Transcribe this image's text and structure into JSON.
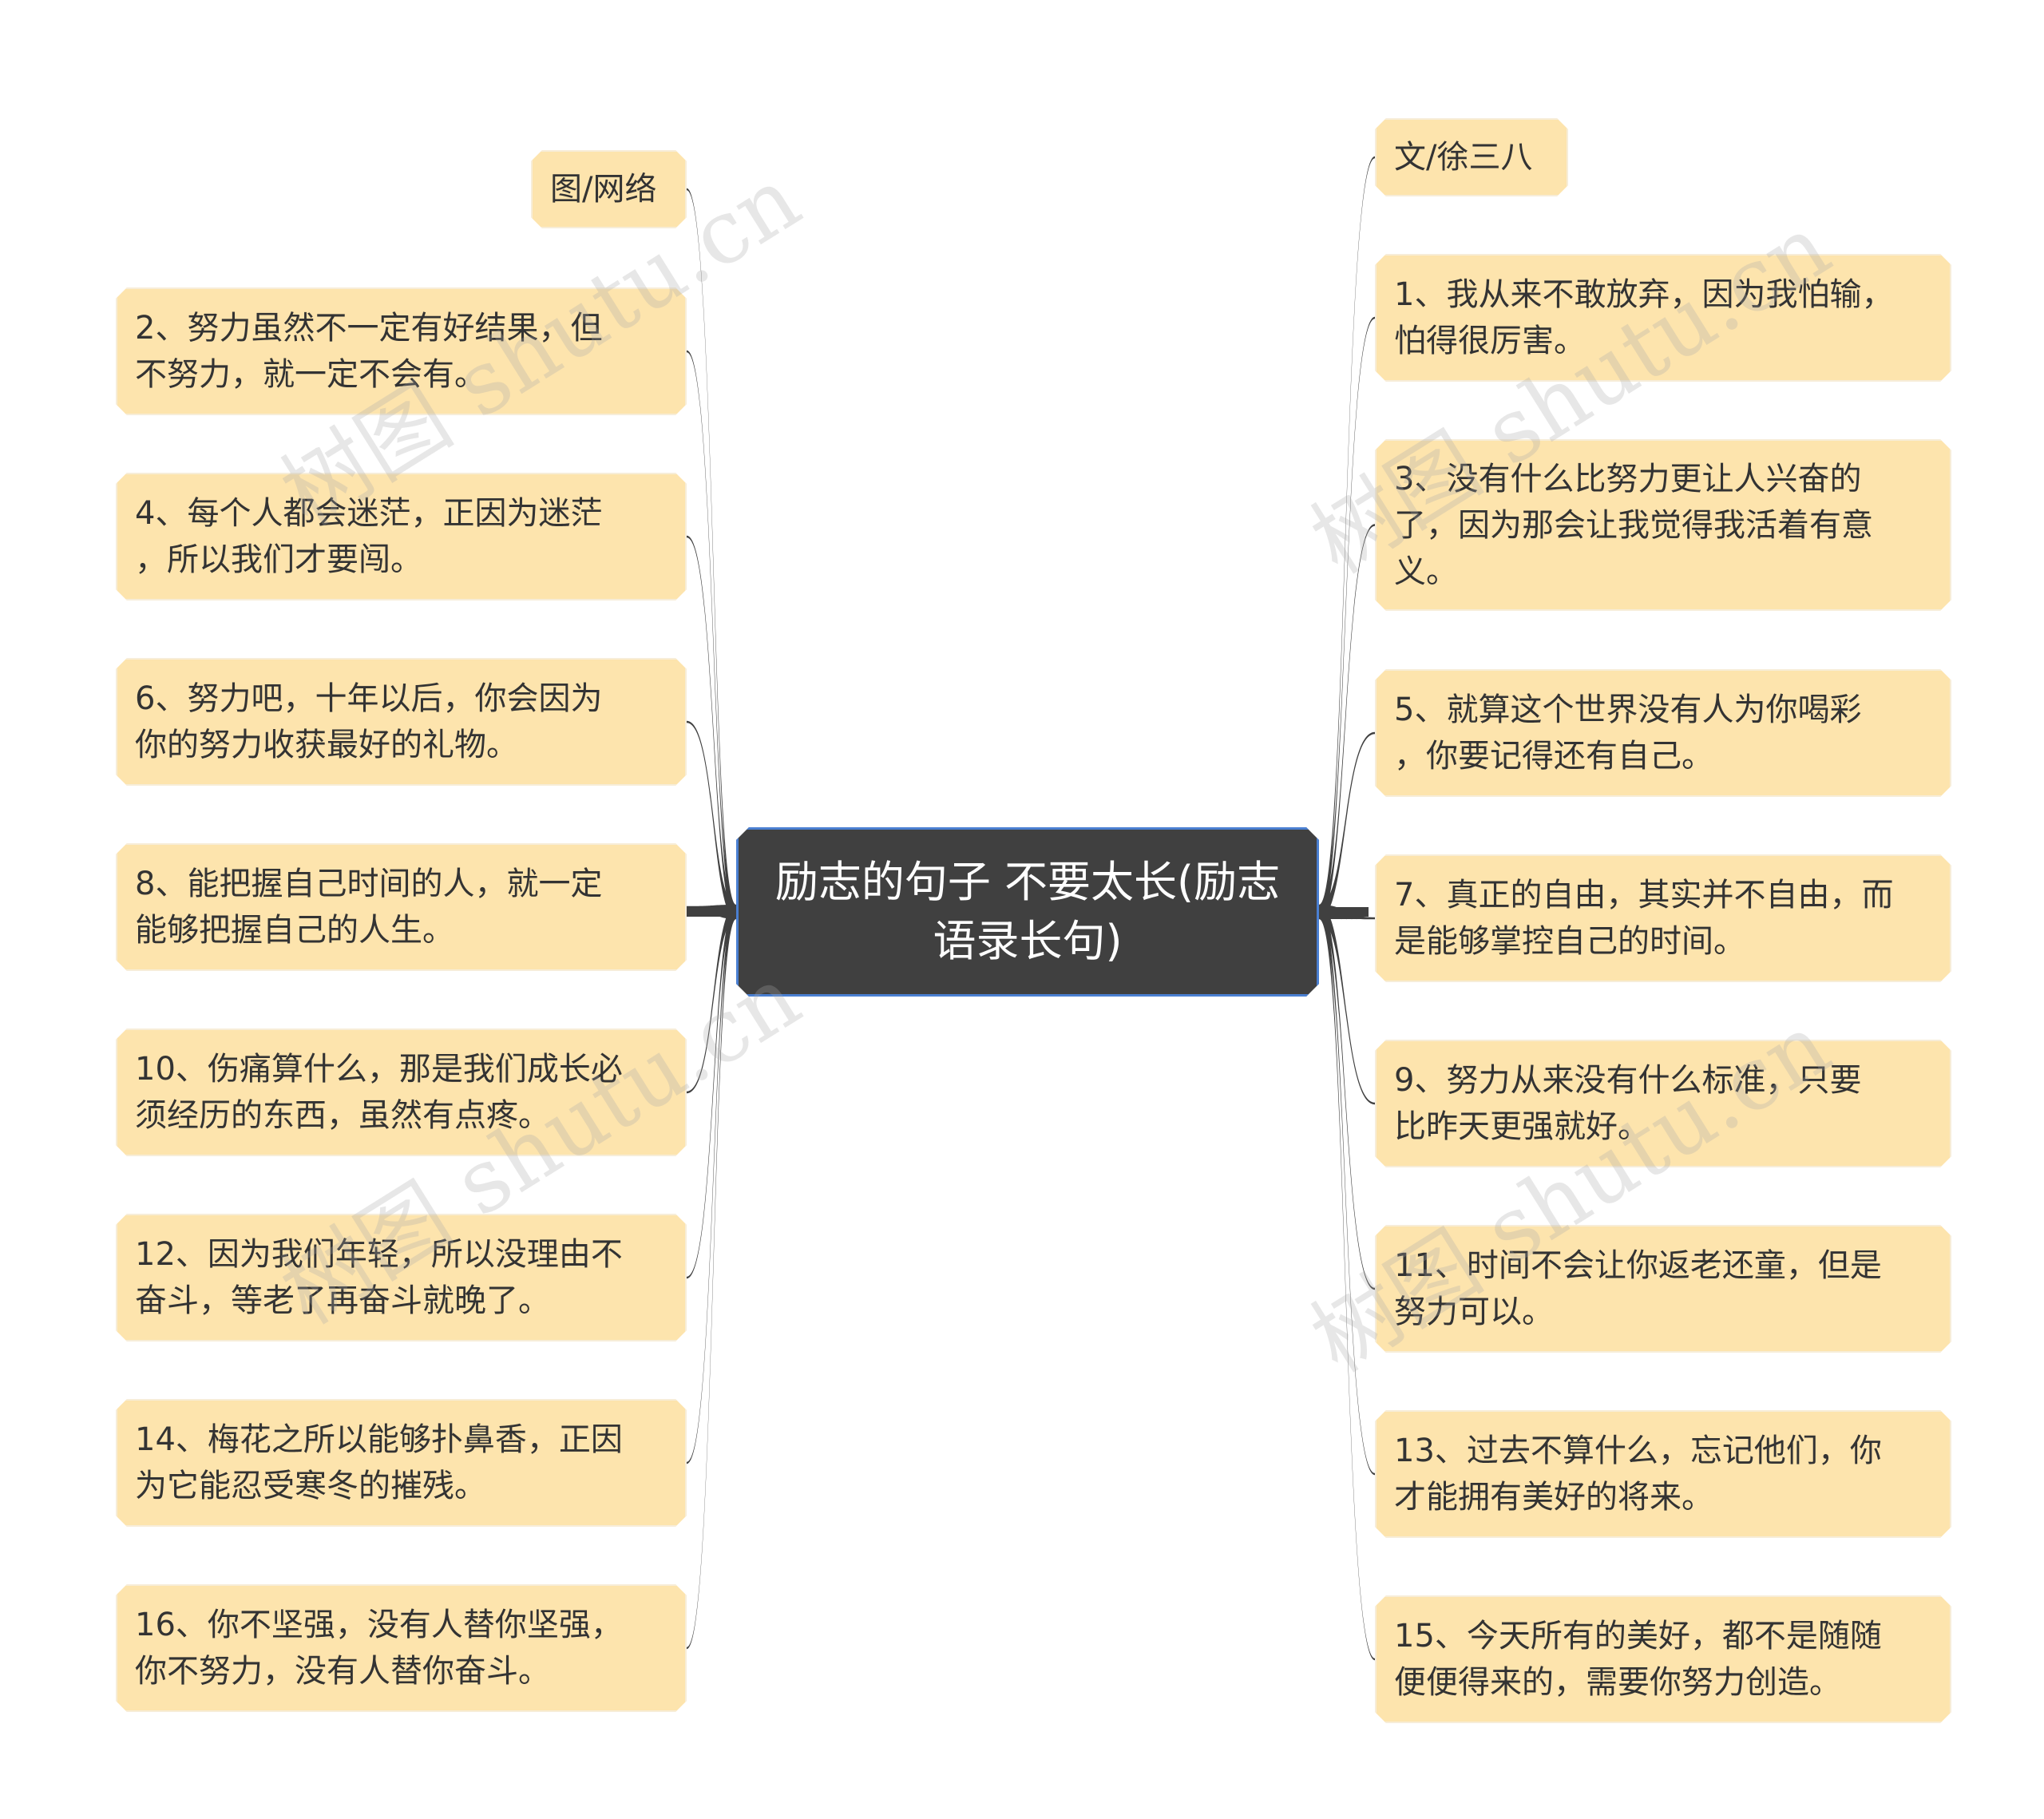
{
  "center": {
    "title": "励志的句子 不要太长(励志语录长句)"
  },
  "left": [
    {
      "id": "l0",
      "text": "图/网络"
    },
    {
      "id": "l1",
      "text": "2、努力虽然不一定有好结果，但\n不努力，就一定不会有。"
    },
    {
      "id": "l2",
      "text": "4、每个人都会迷茫，正因为迷茫\n，所以我们才要闯。"
    },
    {
      "id": "l3",
      "text": "6、努力吧，十年以后，你会因为\n你的努力收获最好的礼物。"
    },
    {
      "id": "l4",
      "text": "8、能把握自己时间的人，就一定\n能够把握自己的人生。"
    },
    {
      "id": "l5",
      "text": "10、伤痛算什么，那是我们成长必\n须经历的东西，虽然有点疼。"
    },
    {
      "id": "l6",
      "text": "12、因为我们年轻，所以没理由不\n奋斗，等老了再奋斗就晚了。"
    },
    {
      "id": "l7",
      "text": "14、梅花之所以能够扑鼻香，正因\n为它能忍受寒冬的摧残。"
    },
    {
      "id": "l8",
      "text": "16、你不坚强，没有人替你坚强，\n你不努力，没有人替你奋斗。"
    }
  ],
  "right": [
    {
      "id": "r0",
      "text": "文/徐三八"
    },
    {
      "id": "r1",
      "text": "1、我从来不敢放弃，因为我怕输，\n怕得很厉害。"
    },
    {
      "id": "r2",
      "text": "3、没有什么比努力更让人兴奋的\n了，因为那会让我觉得我活着有意\n义。"
    },
    {
      "id": "r3",
      "text": "5、就算这个世界没有人为你喝彩\n，你要记得还有自己。"
    },
    {
      "id": "r4",
      "text": "7、真正的自由，其实并不自由，而\n是能够掌控自己的时间。"
    },
    {
      "id": "r5",
      "text": "9、努力从来没有什么标准，只要\n比昨天更强就好。"
    },
    {
      "id": "r6",
      "text": "11、时间不会让你返老还童，但是\n努力可以。"
    },
    {
      "id": "r7",
      "text": "13、过去不算什么，忘记他们，你\n才能拥有美好的将来。"
    },
    {
      "id": "r8",
      "text": "15、今天所有的美好，都不是随随\n便便得来的，需要你努力创造。"
    }
  ],
  "watermark": "树图 shutu.cn",
  "colors": {
    "node_fill": "#fde4ad",
    "center_fill": "#404040",
    "center_border": "#4a7fd1",
    "link": "#404040"
  }
}
